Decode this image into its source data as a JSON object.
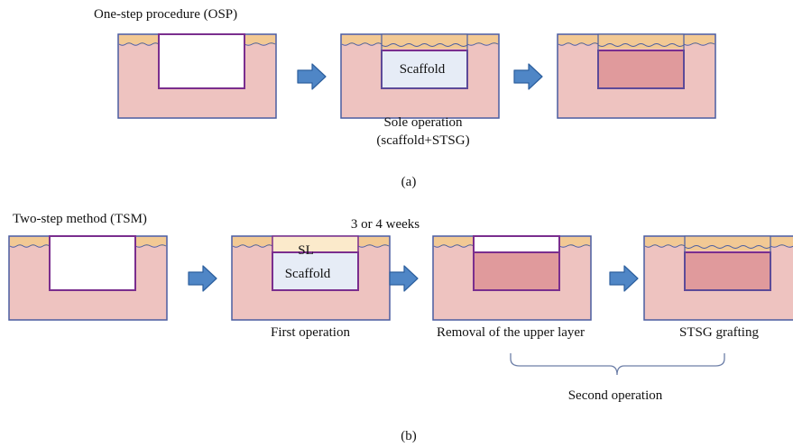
{
  "panel_a": {
    "title": "One-step procedure (OSP)",
    "scaffold_label": "Scaffold",
    "caption_line1": "Sole operation",
    "caption_line2": "(scaffold+STSG)",
    "panel_label": "(a)"
  },
  "panel_b": {
    "title": "Two-step method (TSM)",
    "interval_label": "3 or 4 weeks",
    "sl_label": "SL",
    "scaffold_label": "Scaffold",
    "caption_first": "First operation",
    "caption_removal": "Removal of the upper layer",
    "caption_stsg": "STSG grafting",
    "brace_label": "Second operation",
    "panel_label": "(b)"
  },
  "colors": {
    "skin": "#eec3c0",
    "skin_border": "#4a5da0",
    "epidermis": "#f2c994",
    "wound_outline": "#7a2e8e",
    "scaffold_fill": "#e6ecf6",
    "dermis_fill": "#e09a9c",
    "sl_fill": "#fbeacb",
    "arrow_fill": "#4f86c6",
    "arrow_stroke": "#2c5f9e"
  }
}
